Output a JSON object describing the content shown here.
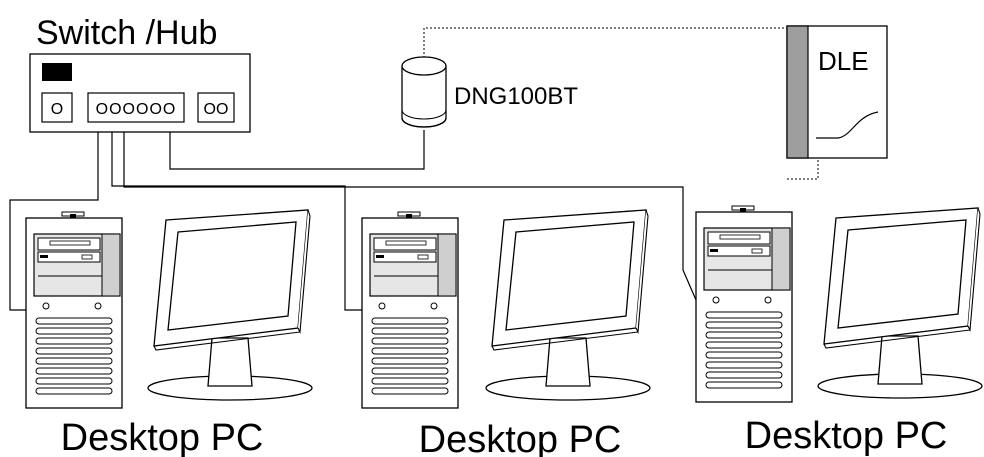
{
  "switch": {
    "title": "Switch /Hub",
    "port_left": "O",
    "port_middle": "OOOOOO",
    "port_right": "OO"
  },
  "modem": {
    "label": "DNG100BT"
  },
  "dle": {
    "label": "DLE"
  },
  "pcs": [
    {
      "label": "Desktop PC"
    },
    {
      "label": "Desktop PC"
    },
    {
      "label": "Desktop PC"
    }
  ],
  "colors": {
    "line": "#000000",
    "dle_side": "#9e9e9e",
    "paper": "#ffffff"
  }
}
